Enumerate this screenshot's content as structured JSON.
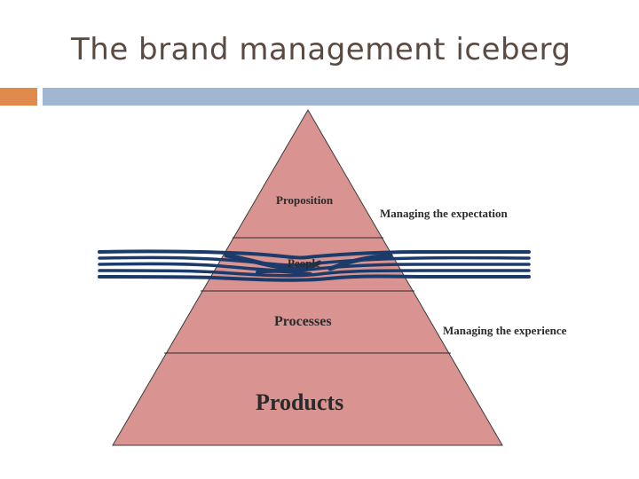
{
  "slide": {
    "title": "The brand management iceberg"
  },
  "pyramid": {
    "layers": [
      "Proposition",
      "People",
      "Processes",
      "Products"
    ],
    "annotations": [
      "Managing the expectation",
      "Managing the experience"
    ]
  },
  "colors": {
    "title": "#5a4a42",
    "accent_orange": "#e08a4e",
    "accent_blue": "#9fb7d1",
    "pyramid_fill": "#d99390",
    "water": "#1b3b6b"
  }
}
